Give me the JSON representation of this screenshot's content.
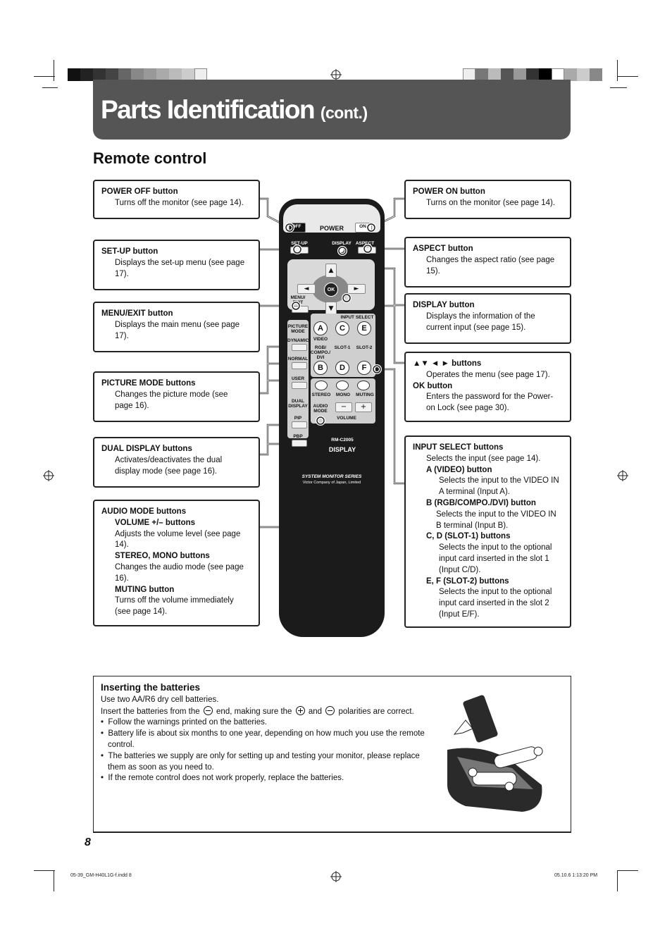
{
  "header": {
    "title": "Parts Identification",
    "subtitle": "(cont.)"
  },
  "section_title": "Remote control",
  "callouts": {
    "power_off": {
      "title": "POWER OFF button",
      "desc": "Turns off the monitor (see page 14)."
    },
    "setup": {
      "title": "SET-UP button",
      "desc1": "Displays the set-up menu (see page",
      "desc2": "17)."
    },
    "menu_exit": {
      "title": "MENU/EXIT button",
      "desc1": "Displays the main menu (see page",
      "desc2": "17)."
    },
    "picture_mode": {
      "title": "PICTURE MODE buttons",
      "desc1": "Changes the picture mode (see",
      "desc2": "page 16)."
    },
    "dual_display": {
      "title": "DUAL DISPLAY buttons",
      "desc1": "Activates/deactivates the dual",
      "desc2": "display mode (see page 16)."
    },
    "audio_mode": {
      "title": "AUDIO MODE buttons",
      "vol_title": "VOLUME +/– buttons",
      "vol_desc1": "Adjusts the volume level (see page",
      "vol_desc2": "14).",
      "stereo_title": "STEREO, MONO buttons",
      "stereo_desc1": "Changes the audio mode (see page",
      "stereo_desc2": "16).",
      "mute_title": "MUTING button",
      "mute_desc1": "Turns off the volume immediately",
      "mute_desc2": "(see page 14)."
    },
    "power_on": {
      "title": "POWER ON button",
      "desc": "Turns on the monitor (see page 14)."
    },
    "aspect": {
      "title": "ASPECT button",
      "desc1": "Changes the aspect ratio (see page",
      "desc2": "15)."
    },
    "display": {
      "title": "DISPLAY button",
      "desc1": "Displays the information of the",
      "desc2": "current input (see page 15)."
    },
    "arrows": {
      "title": "▲▼ ◄ ► buttons",
      "desc": "Operates the menu (see page 17).",
      "ok_title": "OK button",
      "ok_desc1": "Enters the password for the Power-",
      "ok_desc2": "on Lock (see page 30)."
    },
    "input_select": {
      "title": "INPUT SELECT buttons",
      "desc": "Selects the input (see page 14).",
      "a_title": "A (VIDEO) button",
      "a_desc1": "Selects the input to the VIDEO IN",
      "a_desc2": "A terminal (Input A).",
      "b_title": "B (RGB/COMPO./DVI) button",
      "b_desc1": "Selects the input to the VIDEO IN",
      "b_desc2": "B terminal (Input B).",
      "cd_title": "C, D (SLOT-1) buttons",
      "cd_desc1": "Selects the input to the optional",
      "cd_desc2": "input card inserted in the slot 1",
      "cd_desc3": "(Input C/D).",
      "ef_title": "E, F (SLOT-2) buttons",
      "ef_desc1": "Selects the input to the optional",
      "ef_desc2": "input card inserted in the slot 2",
      "ef_desc3": "(Input E/F)."
    }
  },
  "remote": {
    "off": "OFF",
    "on": "ON",
    "power": "POWER",
    "setup": "SET-UP",
    "display": "DISPLAY",
    "aspect": "ASPECT",
    "ok": "OK",
    "menu_exit": "MENU/\nEXIT",
    "input_select": "INPUT SELECT",
    "picture_mode": "PICTURE\nMODE",
    "dynamic": "DYNAMIC",
    "normal": "NORMAL",
    "user": "USER",
    "dual_display": "DUAL\nDISPLAY",
    "pip": "PIP",
    "pbp": "PBP",
    "btn_a": "A",
    "btn_b": "B",
    "btn_c": "C",
    "btn_d": "D",
    "btn_e": "E",
    "btn_f": "F",
    "video": "VIDEO",
    "rgb": "RGB/\nCOMPO./\nDVI",
    "slot1": "SLOT-1",
    "slot2": "SLOT-2",
    "stereo": "STEREO",
    "mono": "MONO",
    "muting": "MUTING",
    "audio_mode": "AUDIO\nMODE",
    "minus": "−",
    "plus": "+",
    "volume": "VOLUME",
    "model": "RM-C2005",
    "display_big": "DISPLAY",
    "series": "SYSTEM MONITOR SERIES",
    "company": "Victor Company of Japan, Limited"
  },
  "batteries": {
    "title": "Inserting the batteries",
    "line1": "Use two AA/R6 dry cell batteries.",
    "line2a": "Insert the batteries from the",
    "line2b": "end, making sure the",
    "line2c": "and",
    "line2d": "polarities are correct.",
    "b1": "Follow the warnings printed on the batteries.",
    "b2": "Battery life is about six months to one year, depending on how much you use the remote control.",
    "b3": "The batteries we supply are only for setting up and testing your monitor, please replace them as soon as you need to.",
    "b4": "If the remote control does not work properly, replace the batteries."
  },
  "page_number": "8",
  "footer": {
    "left": "05-39_GM-H40L1G-f.indd   8",
    "right": "05.10.6   1:13:20 PM"
  }
}
